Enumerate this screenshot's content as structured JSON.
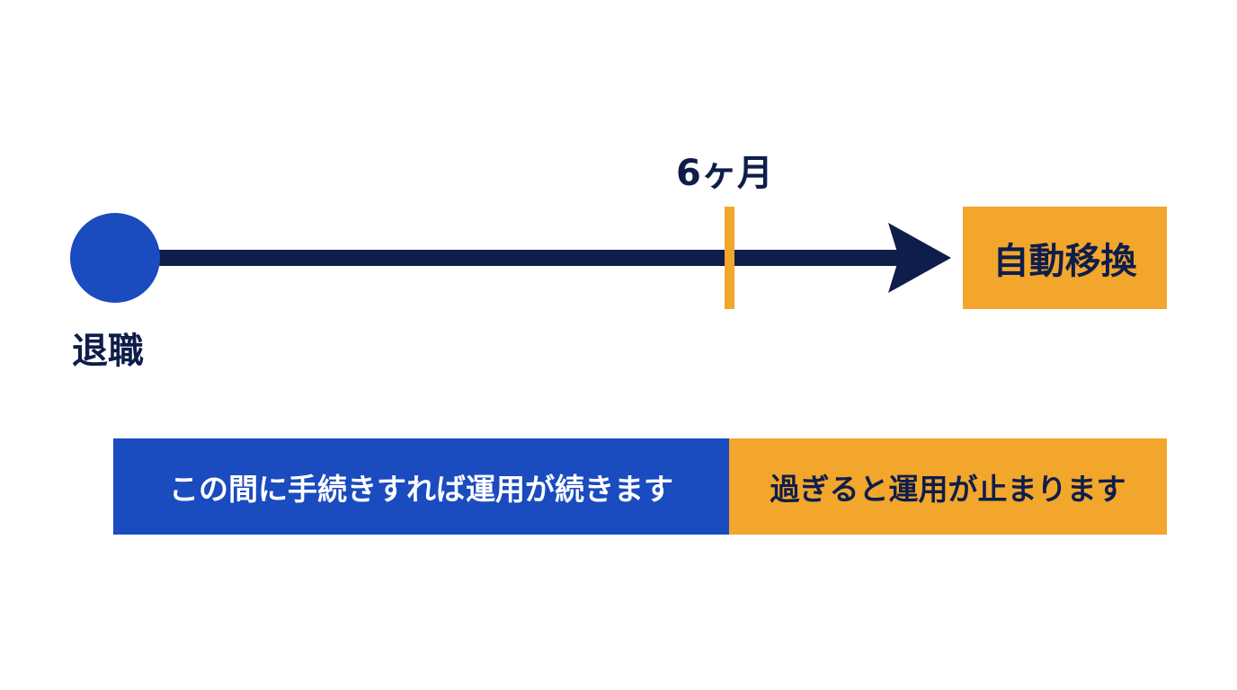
{
  "colors": {
    "navy": "#0f1d4a",
    "blue": "#1a4bbf",
    "orange": "#f2a62b",
    "background": "#ffffff"
  },
  "timeline": {
    "start_label": "退職",
    "milestone_label": "6ヶ月",
    "end_label": "自動移換"
  },
  "periods": {
    "before": "この間に手続きすれば運用が続きます",
    "after": "過ぎると運用が止まります"
  }
}
